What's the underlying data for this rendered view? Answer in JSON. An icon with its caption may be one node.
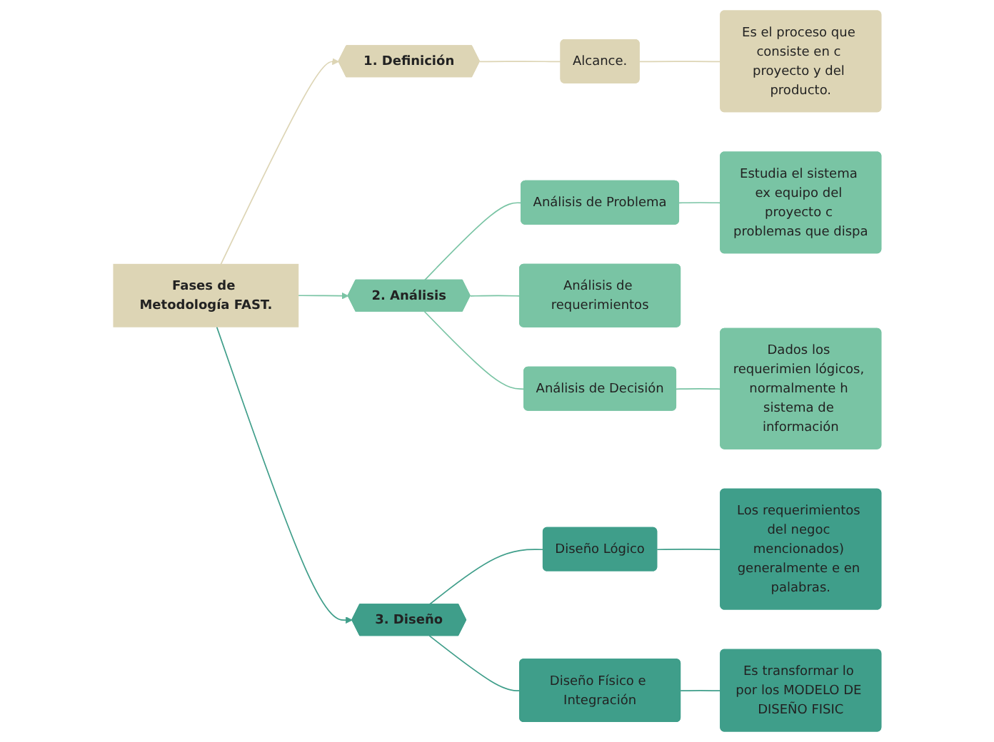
{
  "diagram": {
    "nodes": [
      {
        "text": [
          "Fases de Metodología FAST."
        ]
      },
      {
        "text": [
          "1. Definición"
        ]
      },
      {
        "text": [
          "Alcance."
        ]
      },
      {
        "text": [
          "Es el proceso que consiste en c proyecto y del producto."
        ]
      },
      {
        "text": [
          "2. Análisis"
        ]
      },
      {
        "text": [
          "Análisis de Problema"
        ]
      },
      {
        "text": [
          "Estudia el sistema ex equipo del proyecto c problemas que dispa"
        ]
      },
      {
        "text": [
          "Análisis de requerimientos"
        ]
      },
      {
        "text": [
          "Análisis de Decisión"
        ]
      },
      {
        "text": [
          "Dados los requerimien lógicos, normalmente h sistema de información"
        ]
      },
      {
        "text": [
          "3. Diseño"
        ]
      },
      {
        "text": [
          "Diseño Lógico"
        ]
      },
      {
        "text": [
          "Los requerimientos del negoc mencionados) generalmente e en palabras."
        ]
      },
      {
        "text": [
          "Diseño Físico e Integración"
        ]
      },
      {
        "text": [
          "Es transformar lo por los MODELO DE DISEÑO FISIC"
        ]
      }
    ],
    "edges": [
      {
        "from": 0,
        "to": 1,
        "arrow": "to",
        "color": "#ddd5b5"
      },
      {
        "from": 1,
        "to": 2,
        "arrow": "none",
        "color": "#ddd5b5"
      },
      {
        "from": 2,
        "to": 3,
        "arrow": "none",
        "color": "#ddd5b5"
      },
      {
        "from": 0,
        "to": 4,
        "arrow": "to",
        "color": "#79c4a4"
      },
      {
        "from": 4,
        "to": 5,
        "arrow": "none",
        "color": "#79c4a4"
      },
      {
        "from": 5,
        "to": 6,
        "arrow": "none",
        "color": "#79c4a4"
      },
      {
        "from": 4,
        "to": 7,
        "arrow": "none",
        "color": "#79c4a4"
      },
      {
        "from": 4,
        "to": 8,
        "arrow": "none",
        "color": "#79c4a4"
      },
      {
        "from": 8,
        "to": 9,
        "arrow": "none",
        "color": "#79c4a4"
      },
      {
        "from": 0,
        "to": 10,
        "arrow": "to",
        "color": "#3f9e8a"
      },
      {
        "from": 10,
        "to": 11,
        "arrow": "none",
        "color": "#3f9e8a"
      },
      {
        "from": 11,
        "to": 12,
        "arrow": "none",
        "color": "#3f9e8a"
      },
      {
        "from": 10,
        "to": 13,
        "arrow": "none",
        "color": "#3f9e8a"
      },
      {
        "from": 13,
        "to": 14,
        "arrow": "none",
        "color": "#3f9e8a"
      }
    ]
  }
}
